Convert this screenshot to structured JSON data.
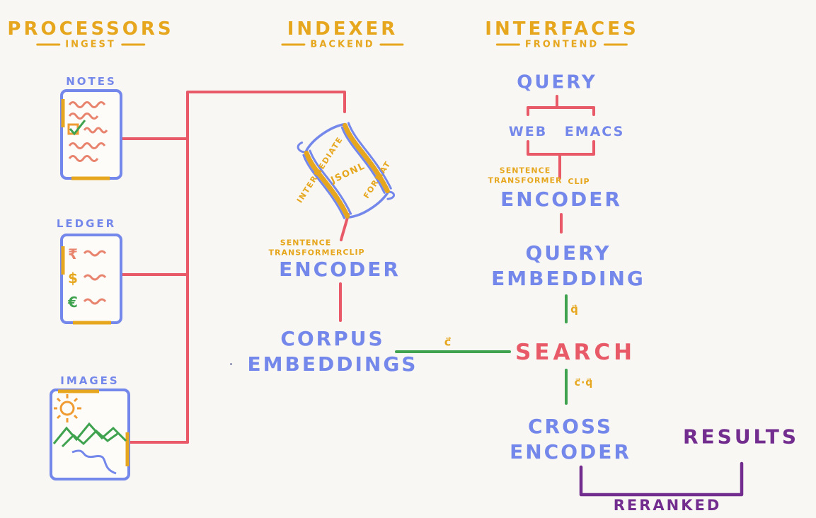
{
  "colors": {
    "bg": "#f8f7f3",
    "yellow": "#e6a71e",
    "blue": "#7487ea",
    "red": "#e85a68",
    "salmon": "#e8846e",
    "green": "#3ea24e",
    "purple": "#722d8f",
    "orange": "#f09c33"
  },
  "headers": {
    "processors": {
      "title": "PROCESSORS",
      "subtitle": "INGEST"
    },
    "indexer": {
      "title": "INDEXER",
      "subtitle": "BACKEND"
    },
    "interfaces": {
      "title": "INTERFACES",
      "subtitle": "FRONTEND"
    }
  },
  "processors": {
    "notes": {
      "label": "NOTES"
    },
    "ledger": {
      "label": "LEDGER",
      "symbols": [
        "₹",
        "$",
        "€"
      ]
    },
    "images": {
      "label": "IMAGES"
    }
  },
  "indexer": {
    "scroll": {
      "side_left": "INTERMEDIATE",
      "center": "JSONL",
      "side_right": "FORMAT"
    },
    "model_note": {
      "line1": "SENTENCE",
      "line2": "TRANSFORMER",
      "clip": "CLIP"
    },
    "encoder_label": "ENCODER",
    "corpus": {
      "line1": "CORPUS",
      "line2": "EMBEDDINGS"
    },
    "corpus_vector": "c⃗"
  },
  "interfaces": {
    "query_label": "QUERY",
    "clients": {
      "web": "WEB",
      "emacs": "EMACS"
    },
    "model_note": {
      "line1": "SENTENCE",
      "line2": "TRANSFORMER",
      "clip": "CLIP"
    },
    "encoder_label": "ENCODER",
    "query_embedding": {
      "line1": "QUERY",
      "line2": "EMBEDDING"
    },
    "query_vector": "q⃗",
    "search_label": "SEARCH",
    "dot_product": "c⃗·q⃗",
    "cross_encoder": {
      "line1": "CROSS",
      "line2": "ENCODER"
    },
    "results_label": "RESULTS",
    "reranked_label": "RERANKED"
  }
}
